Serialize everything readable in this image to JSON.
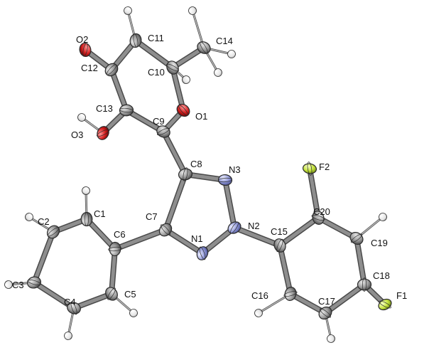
{
  "colors": {
    "bond": "#8e8e8e",
    "bond_dark": "#4a4a4a",
    "carbon": "#9a9a9a",
    "nitrogen": "#8f97d8",
    "oxygen": "#d21e1e",
    "fluorine": "#c4e23c",
    "hydrogen": "#e6e6e6",
    "label": "#111111"
  },
  "atoms": [
    {
      "id": "C1",
      "label": "C1",
      "el": "C"
    },
    {
      "id": "C2",
      "label": "C2",
      "el": "C"
    },
    {
      "id": "C3",
      "label": "C3",
      "el": "C"
    },
    {
      "id": "C4",
      "label": "C4",
      "el": "C"
    },
    {
      "id": "C5",
      "label": "C5",
      "el": "C"
    },
    {
      "id": "C6",
      "label": "C6",
      "el": "C"
    },
    {
      "id": "C7",
      "label": "C7",
      "el": "C"
    },
    {
      "id": "C8",
      "label": "C8",
      "el": "C"
    },
    {
      "id": "C9",
      "label": "C9",
      "el": "C"
    },
    {
      "id": "C10",
      "label": "C10",
      "el": "C"
    },
    {
      "id": "C11",
      "label": "C11",
      "el": "C"
    },
    {
      "id": "C12",
      "label": "C12",
      "el": "C"
    },
    {
      "id": "C13",
      "label": "C13",
      "el": "C"
    },
    {
      "id": "C14",
      "label": "C14",
      "el": "C"
    },
    {
      "id": "C15",
      "label": "C15",
      "el": "C"
    },
    {
      "id": "C16",
      "label": "C16",
      "el": "C"
    },
    {
      "id": "C17",
      "label": "C17",
      "el": "C"
    },
    {
      "id": "C18",
      "label": "C18",
      "el": "C"
    },
    {
      "id": "C19",
      "label": "C19",
      "el": "C"
    },
    {
      "id": "C20",
      "label": "C20",
      "el": "C"
    },
    {
      "id": "N1",
      "label": "N1",
      "el": "N"
    },
    {
      "id": "N2",
      "label": "N2",
      "el": "N"
    },
    {
      "id": "N3",
      "label": "N3",
      "el": "N"
    },
    {
      "id": "O1",
      "label": "O1",
      "el": "O"
    },
    {
      "id": "O2",
      "label": "O2",
      "el": "O"
    },
    {
      "id": "O3",
      "label": "O3",
      "el": "O"
    },
    {
      "id": "F1",
      "label": "F1",
      "el": "F"
    },
    {
      "id": "F2",
      "label": "F2",
      "el": "F"
    },
    {
      "id": "H1",
      "label": "",
      "el": "H"
    },
    {
      "id": "H2",
      "label": "",
      "el": "H"
    },
    {
      "id": "H3",
      "label": "",
      "el": "H"
    },
    {
      "id": "H4",
      "label": "",
      "el": "H"
    },
    {
      "id": "H5",
      "label": "",
      "el": "H"
    },
    {
      "id": "H11",
      "label": "",
      "el": "H"
    },
    {
      "id": "H10",
      "label": "",
      "el": "H"
    },
    {
      "id": "H14a",
      "label": "",
      "el": "H"
    },
    {
      "id": "H14b",
      "label": "",
      "el": "H"
    },
    {
      "id": "H14c",
      "label": "",
      "el": "H"
    },
    {
      "id": "HO3",
      "label": "",
      "el": "H"
    },
    {
      "id": "H16",
      "label": "",
      "el": "H"
    },
    {
      "id": "H17",
      "label": "",
      "el": "H"
    },
    {
      "id": "H19",
      "label": "",
      "el": "H"
    }
  ],
  "bonds": [
    [
      "C1",
      "C2"
    ],
    [
      "C2",
      "C3"
    ],
    [
      "C3",
      "C4"
    ],
    [
      "C4",
      "C5"
    ],
    [
      "C5",
      "C6"
    ],
    [
      "C6",
      "C1"
    ],
    [
      "C6",
      "C7"
    ],
    [
      "C7",
      "C8"
    ],
    [
      "C8",
      "N3"
    ],
    [
      "N3",
      "N2"
    ],
    [
      "N2",
      "N1"
    ],
    [
      "N1",
      "C7"
    ],
    [
      "C8",
      "C9"
    ],
    [
      "C9",
      "O1"
    ],
    [
      "O1",
      "C10"
    ],
    [
      "C10",
      "C11"
    ],
    [
      "C11",
      "C12"
    ],
    [
      "C12",
      "C13"
    ],
    [
      "C13",
      "C9"
    ],
    [
      "C12",
      "O2"
    ],
    [
      "C13",
      "O3"
    ],
    [
      "C10",
      "C14"
    ],
    [
      "N2",
      "C15"
    ],
    [
      "C15",
      "C16"
    ],
    [
      "C16",
      "C17"
    ],
    [
      "C17",
      "C18"
    ],
    [
      "C18",
      "C19"
    ],
    [
      "C19",
      "C20"
    ],
    [
      "C20",
      "C15"
    ],
    [
      "C20",
      "F2"
    ],
    [
      "C18",
      "F1"
    ],
    [
      "C1",
      "H1"
    ],
    [
      "C2",
      "H2"
    ],
    [
      "C3",
      "H3"
    ],
    [
      "C4",
      "H4"
    ],
    [
      "C5",
      "H5"
    ],
    [
      "C11",
      "H11"
    ],
    [
      "C10",
      "H10"
    ],
    [
      "C14",
      "H14a"
    ],
    [
      "C14",
      "H14b"
    ],
    [
      "C14",
      "H14c"
    ],
    [
      "O3",
      "HO3"
    ],
    [
      "C16",
      "H16"
    ],
    [
      "C17",
      "H17"
    ],
    [
      "C19",
      "H19"
    ]
  ]
}
